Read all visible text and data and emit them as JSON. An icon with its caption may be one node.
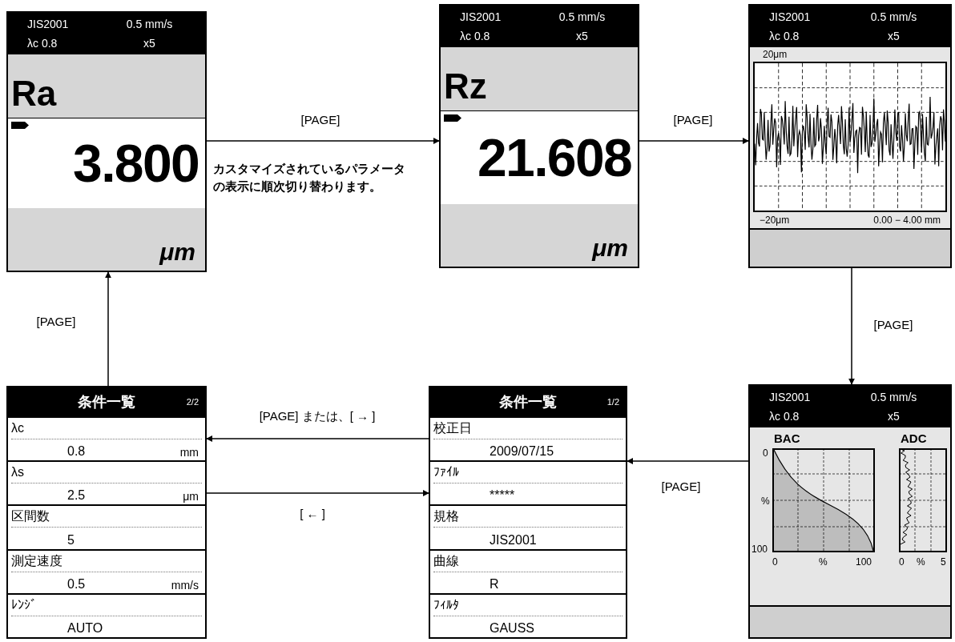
{
  "diagram": {
    "nodes": [
      {
        "text": [
          "JIS2001",
          "0.5 mm/s",
          "λc 0.8",
          "x5",
          "Ra",
          "3.800",
          "μm"
        ]
      },
      {
        "text": [
          "JIS2001",
          "0.5 mm/s",
          "λc 0.8",
          "x5",
          "Rz",
          "21.608",
          "μm"
        ]
      },
      {
        "text": [
          "JIS2001",
          "0.5 mm/s",
          "λc 0.8",
          "x5",
          "20μm",
          "−20μm",
          "0.00 − 4.00 mm"
        ]
      },
      {
        "text": [
          "JIS2001",
          "0.5 mm/s",
          "λc 0.8",
          "x5",
          "BAC",
          "ADC",
          "0",
          "%",
          "100",
          "0",
          "%",
          "100",
          "0",
          "%",
          "5"
        ]
      },
      {
        "text": [
          "条件一覧",
          "1/2",
          "校正日",
          "2009/07/15",
          "ﾌｧｲﾙ",
          "*****",
          "規格",
          "JIS2001",
          "曲線",
          "R",
          "ﾌｨﾙﾀ",
          "GAUSS"
        ]
      },
      {
        "text": [
          "条件一覧",
          "2/2",
          "λc",
          "0.8",
          "mm",
          "λs",
          "2.5",
          "μm",
          "区間数",
          "5",
          "測定速度",
          "0.5",
          "mm/s",
          "ﾚﾝｼﾞ",
          "AUTO"
        ]
      }
    ],
    "edges": [
      {
        "from": 0,
        "to": 1,
        "arrow": "to",
        "label": "[PAGE]"
      },
      {
        "from": 1,
        "to": 2,
        "arrow": "to",
        "label": "[PAGE]"
      },
      {
        "from": 2,
        "to": 3,
        "arrow": "to",
        "label": "[PAGE]"
      },
      {
        "from": 3,
        "to": 4,
        "arrow": "to",
        "label": "[PAGE]"
      },
      {
        "from": 4,
        "to": 5,
        "arrow": "to",
        "label": "[PAGE] または、[ → ]"
      },
      {
        "from": 5,
        "to": 4,
        "arrow": "to",
        "label": "[ ← ]"
      },
      {
        "from": 5,
        "to": 0,
        "arrow": "to",
        "label": "[PAGE]"
      }
    ],
    "labels": [
      "カスタマイズされているパラメータの表示に順次切り替わります。"
    ]
  }
}
